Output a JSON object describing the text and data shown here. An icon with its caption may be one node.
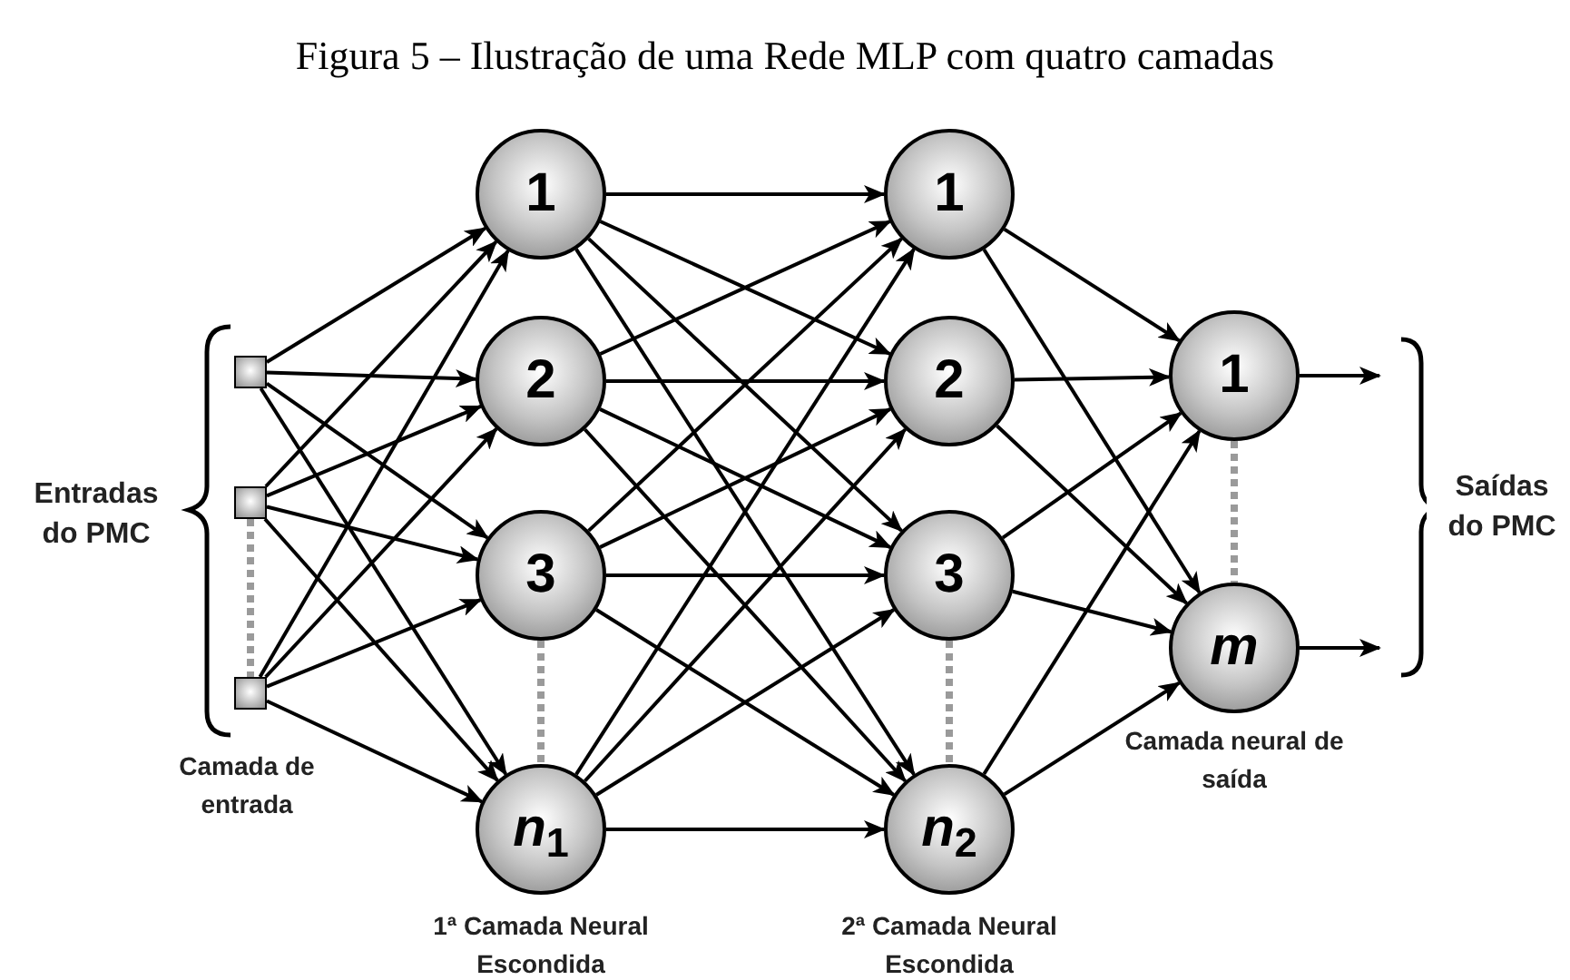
{
  "diagram": {
    "title": "Figura 5 – Ilustração de uma Rede MLP com quatro camadas",
    "nodes": [
      {
        "text": [],
        "shape": "box"
      },
      {
        "text": [],
        "shape": "box"
      },
      {
        "text": [],
        "shape": "box"
      },
      {
        "text": [
          "1"
        ]
      },
      {
        "text": [
          "2"
        ]
      },
      {
        "text": [
          "3"
        ]
      },
      {
        "text": [
          "*n*$_{1}$"
        ]
      },
      {
        "text": [
          "1"
        ]
      },
      {
        "text": [
          "2"
        ]
      },
      {
        "text": [
          "3"
        ]
      },
      {
        "text": [
          "*n*$_{2}$"
        ]
      },
      {
        "text": [
          "1"
        ]
      },
      {
        "text": [
          "*m*"
        ]
      },
      {
        "text": [],
        "shape": "bracket"
      }
    ],
    "edges": [
      {
        "from": 0,
        "to": 3,
        "arrow": "to"
      },
      {
        "from": 0,
        "to": 4,
        "arrow": "to"
      },
      {
        "from": 0,
        "to": 5,
        "arrow": "to"
      },
      {
        "from": 0,
        "to": 6,
        "arrow": "to"
      },
      {
        "from": 1,
        "to": 3,
        "arrow": "to"
      },
      {
        "from": 1,
        "to": 4,
        "arrow": "to"
      },
      {
        "from": 1,
        "to": 5,
        "arrow": "to"
      },
      {
        "from": 1,
        "to": 6,
        "arrow": "to"
      },
      {
        "from": 2,
        "to": 3,
        "arrow": "to"
      },
      {
        "from": 2,
        "to": 4,
        "arrow": "to"
      },
      {
        "from": 2,
        "to": 5,
        "arrow": "to"
      },
      {
        "from": 2,
        "to": 6,
        "arrow": "to"
      },
      {
        "from": 3,
        "to": 7,
        "arrow": "to"
      },
      {
        "from": 3,
        "to": 8,
        "arrow": "to"
      },
      {
        "from": 3,
        "to": 9,
        "arrow": "to"
      },
      {
        "from": 3,
        "to": 10,
        "arrow": "to"
      },
      {
        "from": 4,
        "to": 7,
        "arrow": "to"
      },
      {
        "from": 4,
        "to": 8,
        "arrow": "to"
      },
      {
        "from": 4,
        "to": 9,
        "arrow": "to"
      },
      {
        "from": 4,
        "to": 10,
        "arrow": "to"
      },
      {
        "from": 5,
        "to": 7,
        "arrow": "to"
      },
      {
        "from": 5,
        "to": 8,
        "arrow": "to"
      },
      {
        "from": 5,
        "to": 9,
        "arrow": "to"
      },
      {
        "from": 5,
        "to": 10,
        "arrow": "to"
      },
      {
        "from": 6,
        "to": 7,
        "arrow": "to"
      },
      {
        "from": 6,
        "to": 8,
        "arrow": "to"
      },
      {
        "from": 6,
        "to": 9,
        "arrow": "to"
      },
      {
        "from": 6,
        "to": 10,
        "arrow": "to"
      },
      {
        "from": 7,
        "to": 11,
        "arrow": "to"
      },
      {
        "from": 7,
        "to": 12,
        "arrow": "to"
      },
      {
        "from": 8,
        "to": 11,
        "arrow": "to"
      },
      {
        "from": 8,
        "to": 12,
        "arrow": "to"
      },
      {
        "from": 9,
        "to": 11,
        "arrow": "to"
      },
      {
        "from": 9,
        "to": 12,
        "arrow": "to"
      },
      {
        "from": 10,
        "to": 11,
        "arrow": "to"
      },
      {
        "from": 10,
        "to": 12,
        "arrow": "to"
      },
      {
        "from": 11,
        "to": 13,
        "arrow": "to"
      },
      {
        "from": 12,
        "to": 13,
        "arrow": "to"
      },
      {
        "from": 1,
        "to": 2,
        "arrow": "none",
        "style": "dashed",
        "color": "#9a9a9a"
      },
      {
        "from": 5,
        "to": 6,
        "arrow": "none",
        "style": "dashed",
        "color": "#9a9a9a"
      },
      {
        "from": 9,
        "to": 10,
        "arrow": "none",
        "style": "dashed",
        "color": "#9a9a9a"
      },
      {
        "from": 11,
        "to": 12,
        "arrow": "none",
        "style": "dashed",
        "color": "#9a9a9a"
      }
    ],
    "labels": [
      "Entradas do PMC",
      "Camada de entrada",
      "1ª Camada Neural Escondida",
      "2ª Camada Neural Escondida",
      "Camada neural de saída",
      "Saídas do PMC"
    ]
  }
}
